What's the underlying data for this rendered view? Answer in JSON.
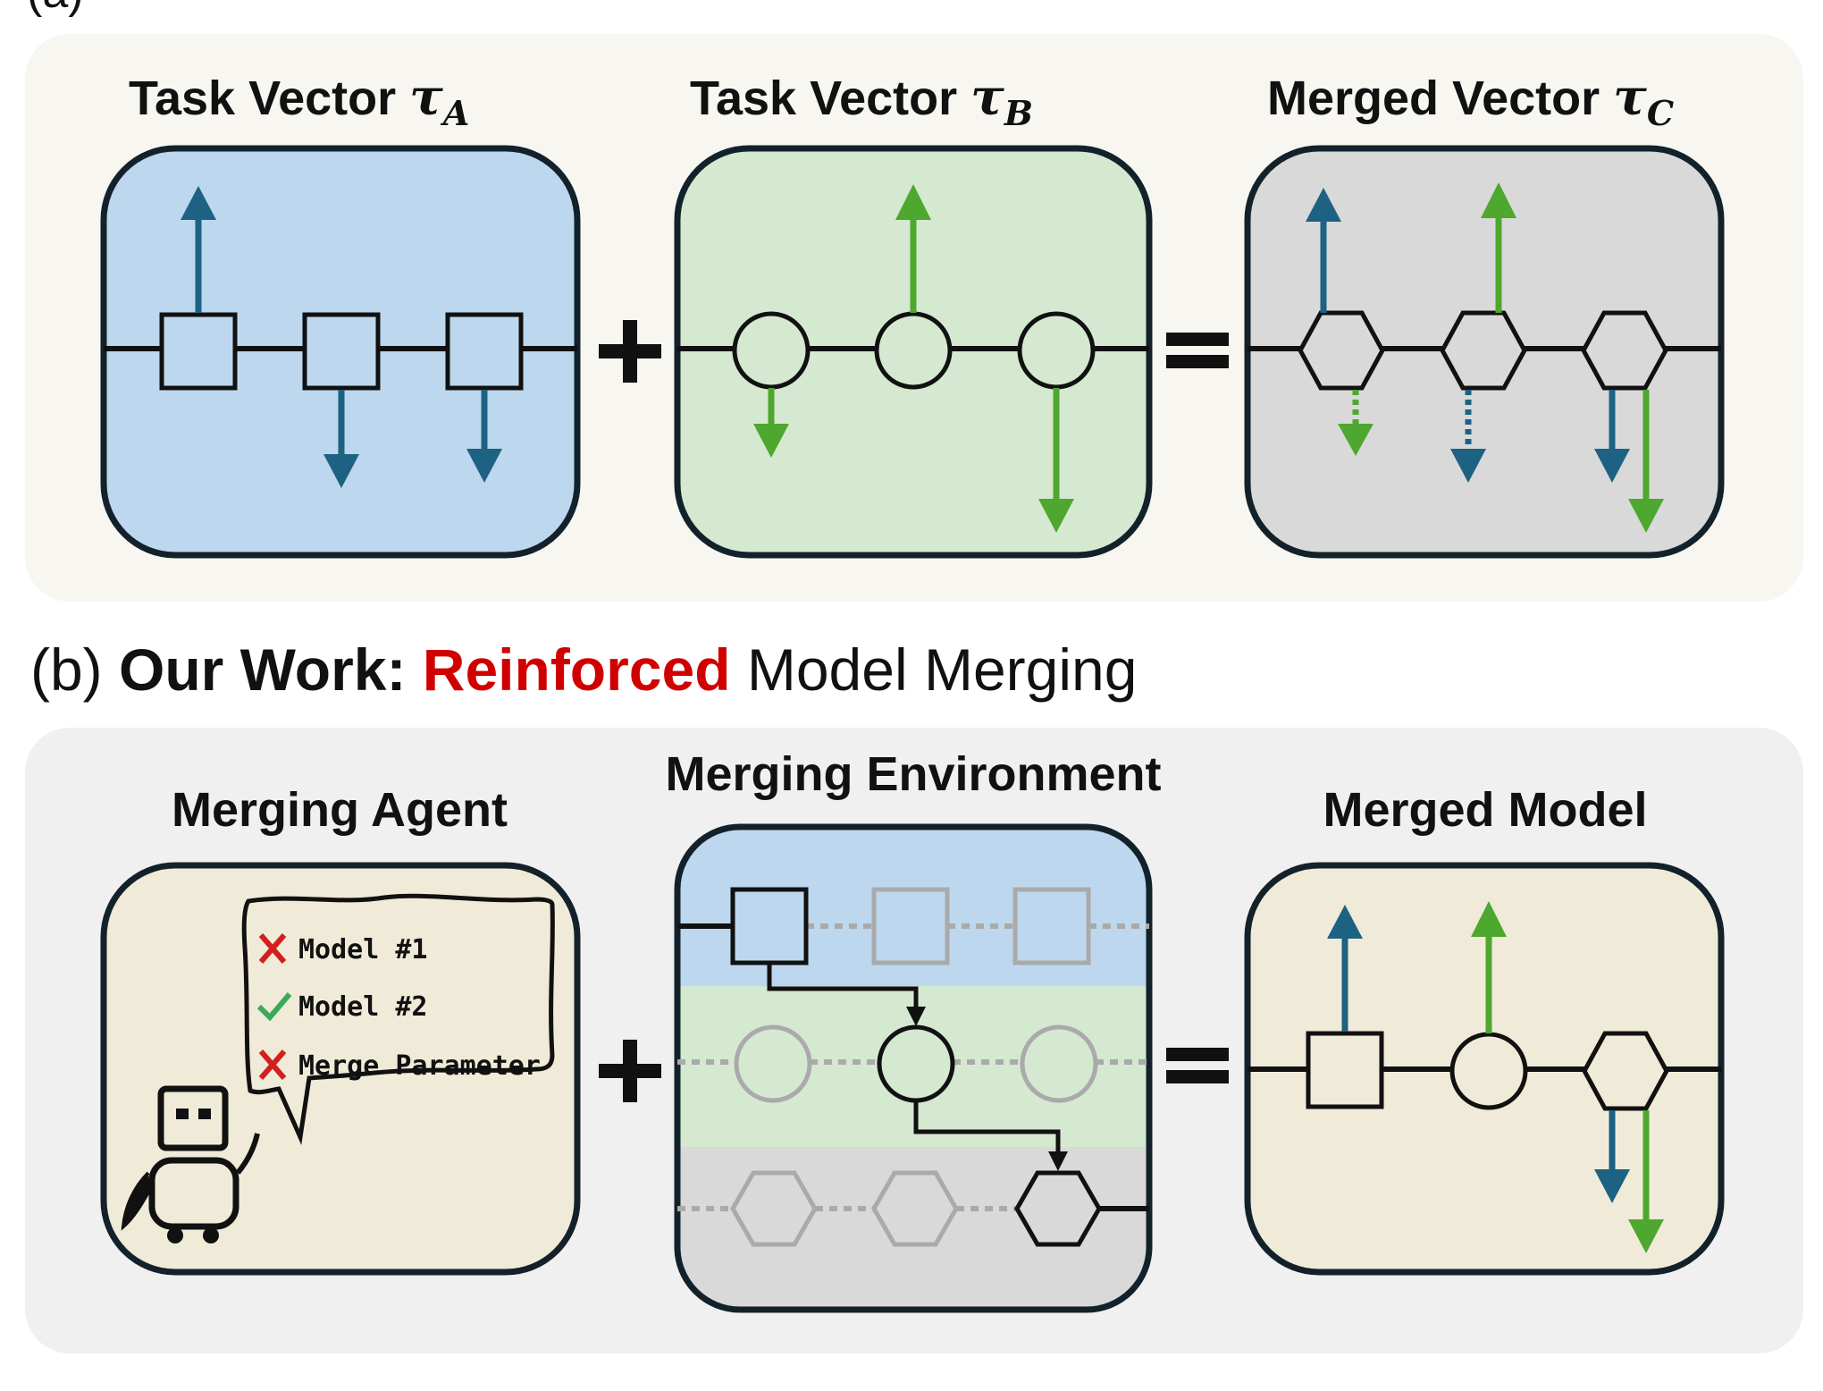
{
  "section_a": {
    "label": "(a)",
    "panel_a_title": "Task Vector ",
    "panel_a_symbol": "τ",
    "panel_a_sub": "A",
    "panel_b_title": "Task Vector ",
    "panel_b_symbol": "τ",
    "panel_b_sub": "B",
    "panel_c_title": "Merged Vector ",
    "panel_c_symbol": "τ",
    "panel_c_sub": "C",
    "plus": "+",
    "equals": "="
  },
  "section_b": {
    "heading_prefix": "(b) ",
    "heading_bold": "Our Work: ",
    "heading_highlight": "Reinforced",
    "heading_rest": " Model Merging",
    "agent_title": "Merging Agent",
    "environment_title": "Merging Environment",
    "merged_title": "Merged Model",
    "speech_items": [
      "Model #1",
      "Model #2",
      "Merge Parameter"
    ],
    "plus": "+",
    "equals": "="
  },
  "colors": {
    "blue_panel": "#bdd7ee",
    "green_panel": "#d5e8d0",
    "gray_panel": "#d9d9d9",
    "beige_panel": "#f0ebd8",
    "section_a_bg": "#f8f6f1",
    "section_b_bg": "#f0f0f0",
    "blue_arrow": "#1d6282",
    "green_arrow": "#4ea72e",
    "highlight_red": "#d00000",
    "cross_red": "#d21f1f",
    "check_green": "#3aaa5a"
  }
}
